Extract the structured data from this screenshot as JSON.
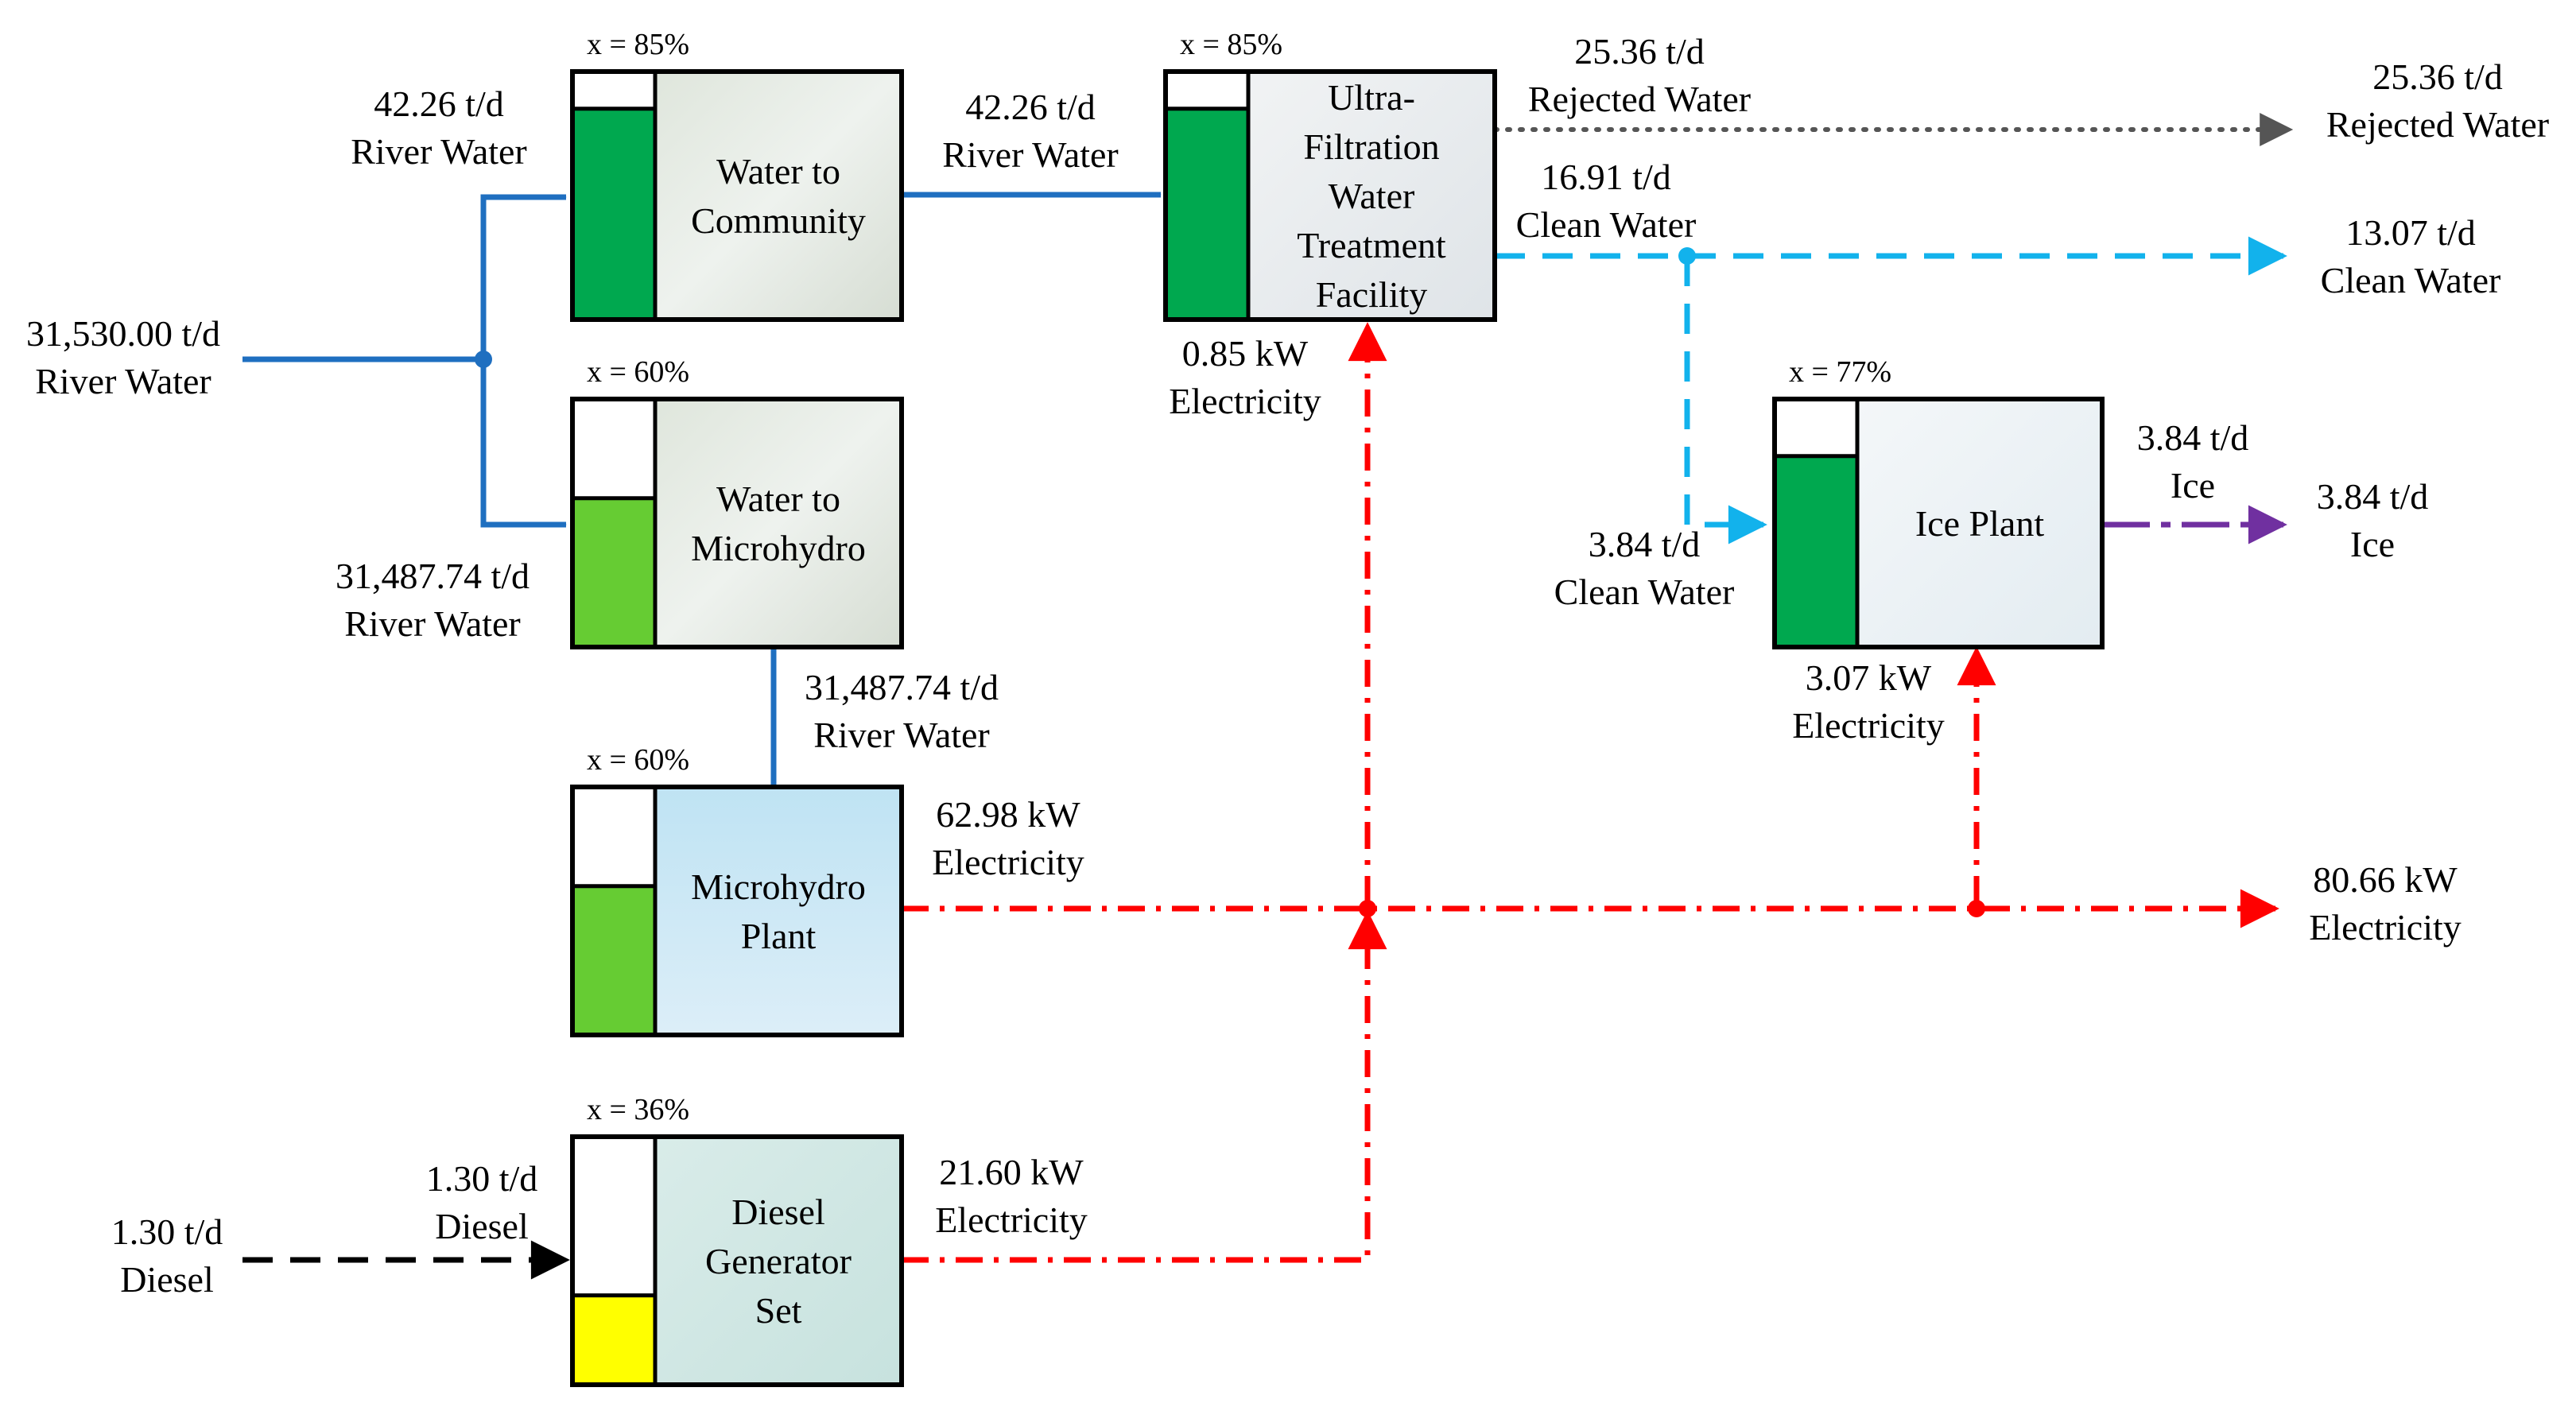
{
  "colors": {
    "river_water": "#1f6fc0",
    "clean_water": "#12b2ec",
    "rejected_water": "#555555",
    "electricity": "#ff0000",
    "diesel": "#000000",
    "ice": "#7030a0",
    "fill_dark_green": "#00a84f",
    "fill_light_green": "#66cc33",
    "fill_yellow": "#ffff00"
  },
  "units": [
    {
      "id": "community",
      "name_lines": [
        "Water to",
        "Community"
      ],
      "exergy_label": "x = 85%",
      "efficiency": 0.85,
      "fill_color": "#00a84f",
      "image_hint": "river stream photo"
    },
    {
      "id": "microhydro_water",
      "name_lines": [
        "Water to",
        "Microhydro"
      ],
      "exergy_label": "x = 60%",
      "efficiency": 0.6,
      "fill_color": "#66cc33",
      "image_hint": "river stream photo"
    },
    {
      "id": "microhydro_plant",
      "name_lines": [
        "Microhydro",
        "Plant"
      ],
      "exergy_label": "x = 60%",
      "efficiency": 0.6,
      "fill_color": "#66cc33",
      "image_hint": "turbine photo"
    },
    {
      "id": "diesel_gen",
      "name_lines": [
        "Diesel",
        "Generator",
        "Set"
      ],
      "exergy_label": "x = 36%",
      "efficiency": 0.36,
      "fill_color": "#ffff00",
      "image_hint": "generator photo"
    },
    {
      "id": "uf_facility",
      "name_lines": [
        "Ultra-",
        "Filtration",
        "Water",
        "Treatment",
        "Facility"
      ],
      "exergy_label": "x = 85%",
      "efficiency": 0.85,
      "fill_color": "#00a84f",
      "image_hint": "water treatment facility photo"
    },
    {
      "id": "ice_plant",
      "name_lines": [
        "Ice Plant"
      ],
      "exergy_label": "x = 77%",
      "efficiency": 0.77,
      "fill_color": "#00a84f",
      "image_hint": "ice machine photo"
    }
  ],
  "flow_labels": {
    "input_river": [
      "31,530.00 t/d",
      "River Water"
    ],
    "to_community": [
      "42.26 t/d",
      "River Water"
    ],
    "to_microhydro": [
      "31,487.74 t/d",
      "River Water"
    ],
    "community_to_uf": [
      "42.26 t/d",
      "River Water"
    ],
    "to_microhydro_plant": [
      "31,487.74 t/d",
      "River Water"
    ],
    "microhydro_elec": [
      "62.98 kW",
      "Electricity"
    ],
    "diesel_input": [
      "1.30 t/d",
      "Diesel"
    ],
    "diesel_to_gen": [
      "1.30 t/d",
      "Diesel"
    ],
    "diesel_elec": [
      "21.60 kW",
      "Electricity"
    ],
    "uf_elec": [
      "0.85 kW",
      "Electricity"
    ],
    "uf_rejected": [
      "25.36 t/d",
      "Rejected Water"
    ],
    "uf_clean": [
      "16.91 t/d",
      "Clean Water"
    ],
    "out_rejected": [
      "25.36 t/d",
      "Rejected Water"
    ],
    "out_clean": [
      "13.07 t/d",
      "Clean Water"
    ],
    "to_ice_clean": [
      "3.84 t/d",
      "Clean Water"
    ],
    "ice_elec": [
      "3.07 kW",
      "Electricity"
    ],
    "ice_out_near": [
      "3.84 t/d",
      "Ice"
    ],
    "ice_out": [
      "3.84 t/d",
      "Ice"
    ],
    "out_elec": [
      "80.66 kW",
      "Electricity"
    ]
  }
}
